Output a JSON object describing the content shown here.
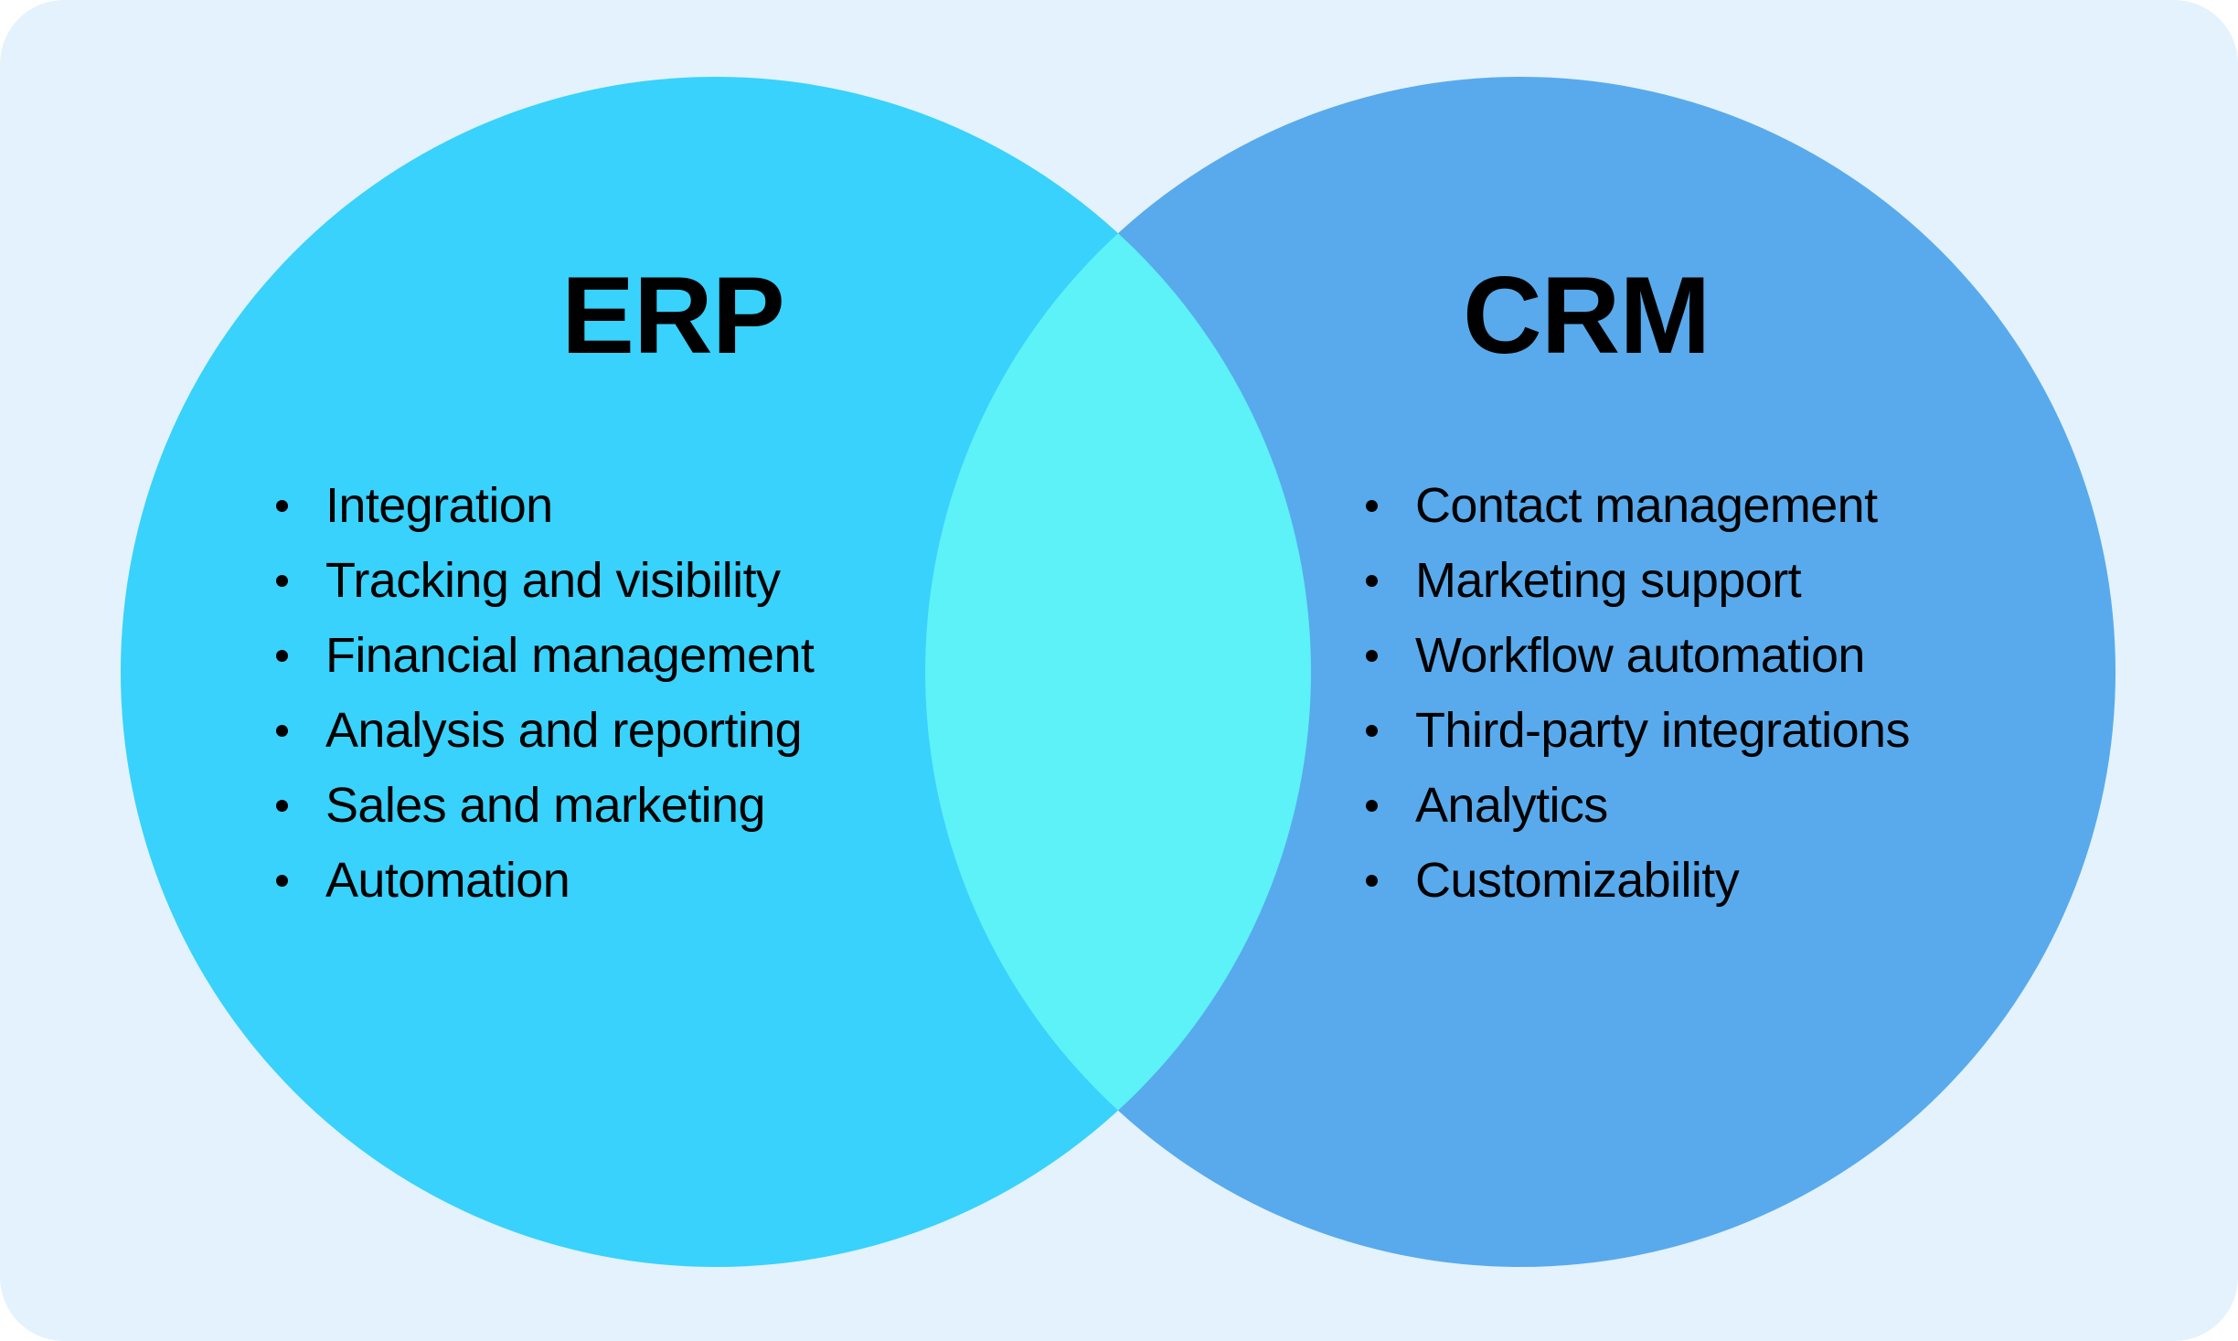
{
  "diagram": {
    "type": "venn",
    "colors": {
      "background": "#E3F2FC",
      "left_circle": "#38D2FC",
      "right_circle": "#58AAEC",
      "overlap": "#5CF2F8",
      "text": "#000000"
    },
    "sets": [
      {
        "key": "erp",
        "title": "ERP",
        "items": [
          "Integration",
          "Tracking and visibility",
          "Financial management",
          "Analysis and reporting",
          "Sales and marketing",
          "Automation"
        ]
      },
      {
        "key": "crm",
        "title": "CRM",
        "items": [
          "Contact management",
          "Marketing support",
          "Workflow automation",
          "Third-party integrations",
          "Analytics",
          "Customizability"
        ]
      }
    ],
    "overlap_items": []
  }
}
